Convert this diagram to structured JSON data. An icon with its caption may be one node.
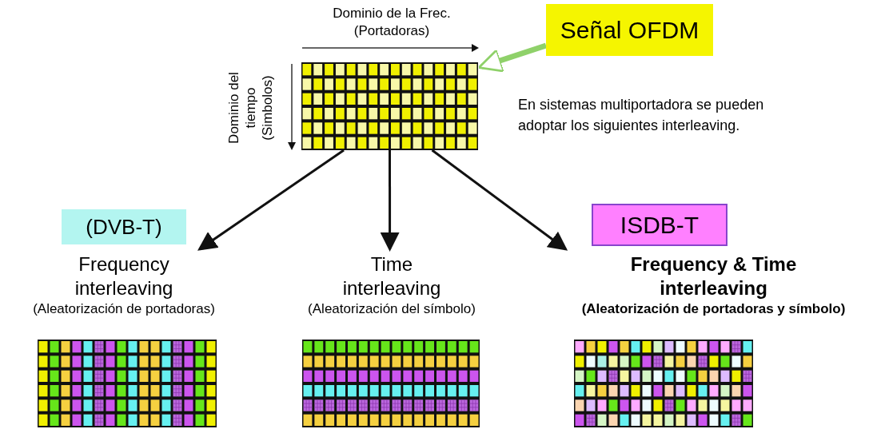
{
  "diagram": {
    "nodes": [
      {
        "text": [],
        "shape": "grid"
      },
      {
        "text": [
          "Señal OFDM"
        ]
      },
      {
        "text": [
          "(DVB-T)"
        ]
      },
      {
        "text": [
          "Frequency interleaving",
          "(Aleatorización de portadoras)"
        ]
      },
      {
        "text": [
          "Time interleaving",
          "(Aleatorización del símbolo)"
        ]
      },
      {
        "text": [
          "ISDB-T"
        ]
      },
      {
        "text": [
          "Frequency & Time interleaving",
          "(Aleatorización de portadoras y símbolo)"
        ]
      },
      {
        "text": [],
        "shape": "grid"
      },
      {
        "text": [],
        "shape": "grid"
      },
      {
        "text": [],
        "shape": "grid"
      }
    ],
    "edges": [
      {
        "from": 1,
        "to": 0,
        "arrow": "to",
        "style": "thick",
        "color": "#8fd16a"
      },
      {
        "from": 0,
        "to": 3,
        "arrow": "to"
      },
      {
        "from": 0,
        "to": 4,
        "arrow": "to"
      },
      {
        "from": 0,
        "to": 6,
        "arrow": "to"
      }
    ],
    "labels": [
      "Dominio de la Frec. (Portadoras)",
      "Dominio del tiempo (Simbolos)",
      "En sistemas multiportadora se pueden adoptar los siguientes interleaving."
    ]
  }
}
